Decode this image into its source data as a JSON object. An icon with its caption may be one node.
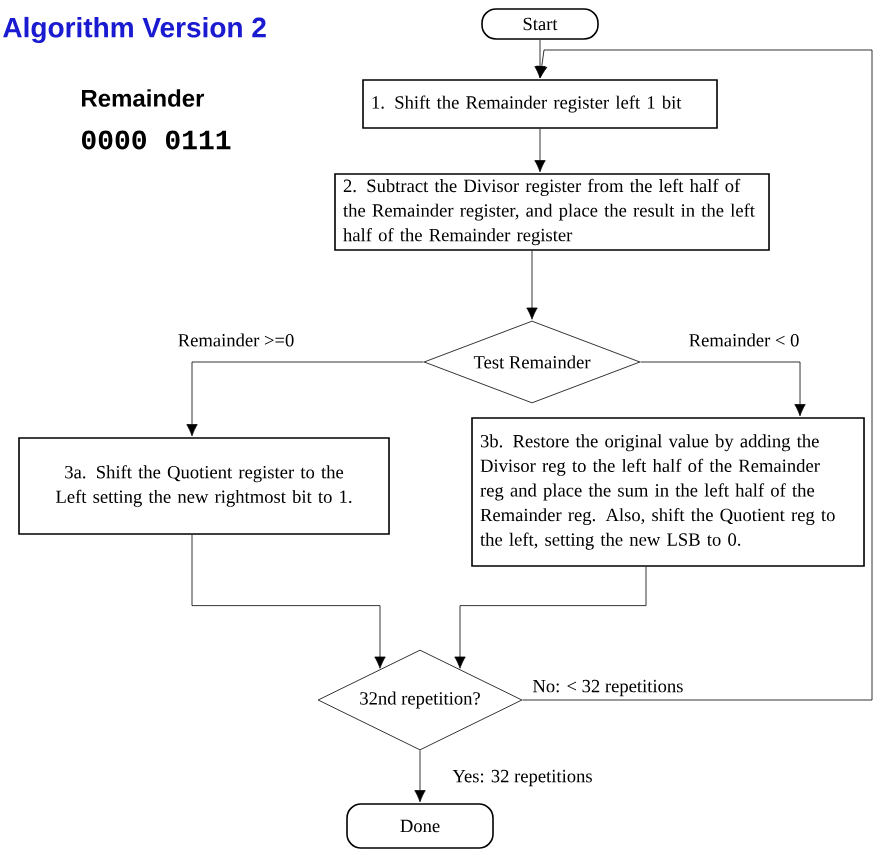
{
  "diagram": {
    "title": "Algorithm Version 2",
    "nodes": [
      {
        "text": [
          "Start"
        ]
      },
      {
        "text": [
          "1. Shift the Remainder register left 1 bit"
        ]
      },
      {
        "text": [
          "2. Subtract the Divisor register from the left half of the Remainder register, and place the result in the left half of the Remainder register"
        ]
      },
      {
        "text": [
          "Test Remainder"
        ]
      },
      {
        "text": [
          "3a. Shift the Quotient register to the Left setting the new rightmost bit to 1."
        ]
      },
      {
        "text": [
          "3b. Restore the original value by adding the Divisor reg to the left half of the Remainder reg and place the sum in the left half of the Remainder reg. Also, shift the Quotient reg to the left, setting the new LSB to 0."
        ]
      },
      {
        "text": [
          "32nd repetition?"
        ]
      },
      {
        "text": [
          "Done"
        ]
      }
    ],
    "edges": [
      {
        "from": 0,
        "to": 1,
        "arrow": "to"
      },
      {
        "from": 1,
        "to": 2,
        "arrow": "to"
      },
      {
        "from": 2,
        "to": 3,
        "arrow": "to"
      },
      {
        "from": 3,
        "to": 4,
        "arrow": "to",
        "label": "Remainder >=0"
      },
      {
        "from": 3,
        "to": 5,
        "arrow": "to",
        "label": "Remainder < 0"
      },
      {
        "from": 4,
        "to": 6,
        "arrow": "to"
      },
      {
        "from": 5,
        "to": 6,
        "arrow": "to"
      },
      {
        "from": 6,
        "to": 7,
        "arrow": "to",
        "label": "Yes: 32 repetitions"
      },
      {
        "from": 6,
        "to": 1,
        "arrow": "to",
        "label": "No: < 32 repetitions"
      }
    ],
    "labels": [
      "Remainder",
      "0000 0111"
    ]
  }
}
